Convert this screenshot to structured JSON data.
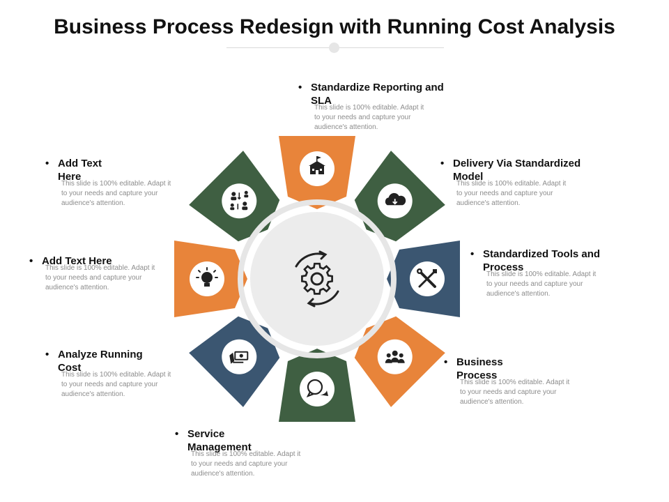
{
  "title": "Business Process Redesign with Running Cost Analysis",
  "colors": {
    "orange": "#e8843a",
    "green": "#3f5f42",
    "blue": "#3b5671",
    "hub": "#ececec",
    "hub_ring": "#d9d9d9"
  },
  "petals": [
    {
      "key": "top",
      "color": "orange",
      "icon": "school-building-icon"
    },
    {
      "key": "top-right",
      "color": "green",
      "icon": "cloud-download-icon"
    },
    {
      "key": "right",
      "color": "blue",
      "icon": "tools-icon"
    },
    {
      "key": "bottom-right",
      "color": "orange",
      "icon": "team-icon"
    },
    {
      "key": "bottom",
      "color": "green",
      "icon": "chat-bubbles-icon"
    },
    {
      "key": "bottom-left",
      "color": "blue",
      "icon": "money-hand-icon"
    },
    {
      "key": "left",
      "color": "orange",
      "icon": "lightbulb-icon"
    },
    {
      "key": "top-left",
      "color": "green",
      "icon": "people-exchange-icon"
    }
  ],
  "center_icon": "gear-cycle-icon",
  "labels": [
    {
      "heading": "Standardize Reporting and SLA",
      "desc_1": "This slide is 100% editable. Adapt it",
      "desc_2": "to your needs and capture your",
      "desc_3": "audience's attention."
    },
    {
      "heading": "Delivery Via Standardized Model",
      "desc_1": "This slide is 100% editable. Adapt it",
      "desc_2": "to your needs and capture your",
      "desc_3": "audience's attention."
    },
    {
      "heading": "Standardized Tools and Process",
      "desc_1": "This slide is 100% editable. Adapt it",
      "desc_2": "to your needs and capture your",
      "desc_3": "audience's attention."
    },
    {
      "heading": "Business Process",
      "desc_1": "This slide is 100% editable. Adapt it",
      "desc_2": "to your needs and capture your",
      "desc_3": "audience's attention."
    },
    {
      "heading": "Service Management",
      "desc_1": "This slide is 100% editable. Adapt it",
      "desc_2": "to your needs and capture your",
      "desc_3": "audience's attention."
    },
    {
      "heading": "Analyze Running Cost",
      "desc_1": "This slide is 100% editable. Adapt it",
      "desc_2": "to your needs and capture your",
      "desc_3": "audience's attention."
    },
    {
      "heading": "Add Text Here",
      "desc_1": "This slide is 100% editable. Adapt it",
      "desc_2": "to your needs and capture your",
      "desc_3": "audience's attention."
    },
    {
      "heading": "Add Text Here",
      "desc_1": "This slide is 100% editable. Adapt it",
      "desc_2": "to your needs and capture your",
      "desc_3": "audience's attention."
    }
  ]
}
